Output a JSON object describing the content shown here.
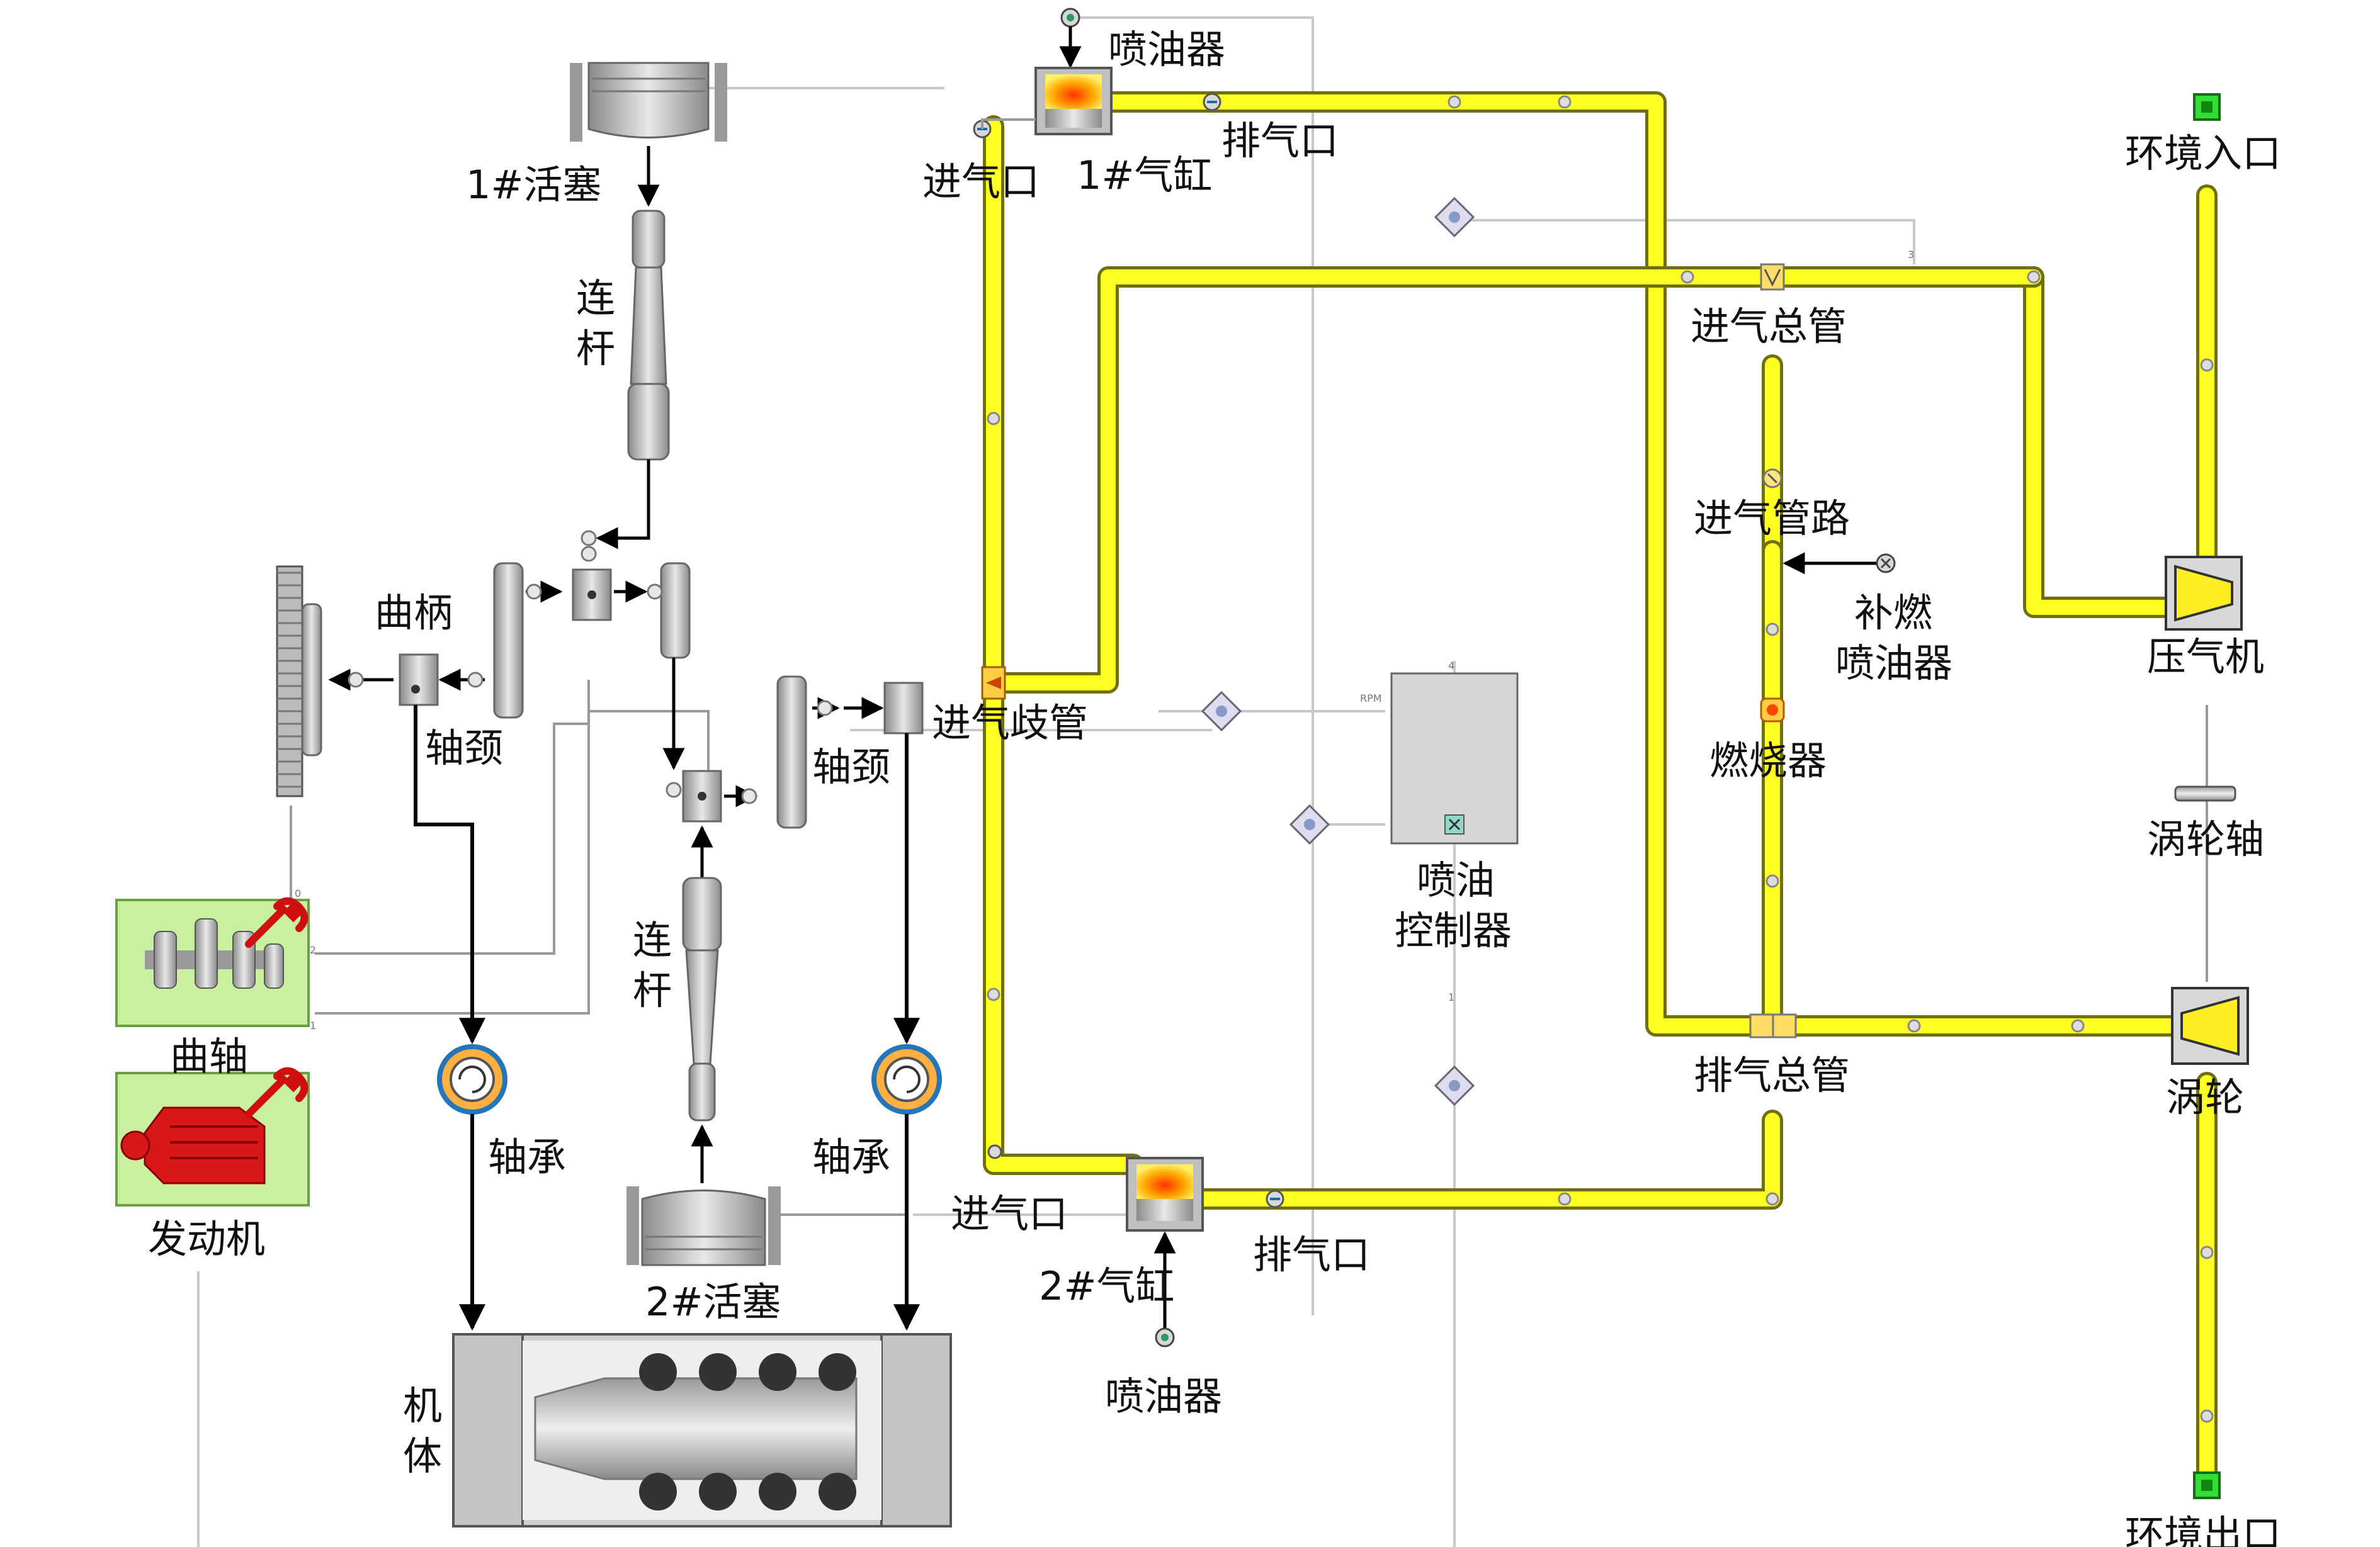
{
  "labels": {
    "piston1": "1#活塞",
    "conrod1_a": "连",
    "conrod1_b": "杆",
    "crank": "曲柄",
    "journal1": "轴颈",
    "journal2": "轴颈",
    "crankshaft": "曲轴",
    "engine": "发动机",
    "bearing1": "轴承",
    "bearing2": "轴承",
    "conrod2_a": "连",
    "conrod2_b": "杆",
    "piston2": "2#活塞",
    "block_a": "机",
    "block_b": "体",
    "injector1": "喷油器",
    "cylinder1": "1#气缸",
    "exhaust_port1": "排气口",
    "intake_port1": "进气口",
    "intake_manifold": "进气歧管",
    "intake_port2": "进气口",
    "cylinder2": "2#气缸",
    "exhaust_port2": "排气口",
    "injector2": "喷油器",
    "controller_a": "喷油",
    "controller_b": "控制器",
    "intake_header": "进气总管",
    "intake_pipe": "进气管路",
    "supp_injector_a": "补燃",
    "supp_injector_b": "喷油器",
    "combustor": "燃烧器",
    "exhaust_header": "排气总管",
    "env_inlet": "环境入口",
    "compressor": "压气机",
    "turbine_shaft": "涡轮轴",
    "turbine": "涡轮",
    "env_outlet": "环境出口"
  },
  "small_labels": {
    "rpm": "RPM",
    "port_4": "4",
    "port_3": "3",
    "port_1": "1",
    "port_0": "0",
    "port_2": "2",
    "port_1b": "1"
  },
  "colors": {
    "pipe_fill": "#ffff22",
    "pipe_edge": "#707010",
    "module_bg": "#c8f0a0",
    "engine_red": "#e01818",
    "gray_part": "#c0c0c0"
  }
}
